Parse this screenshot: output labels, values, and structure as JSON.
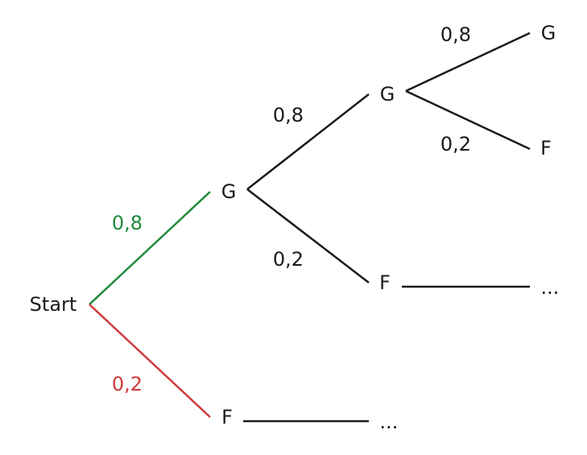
{
  "colors": {
    "default": "#1a1a1a",
    "green": "#1f8a3c",
    "red": "#d0393a"
  },
  "nodes": [
    {
      "id": "start",
      "label": "Start"
    },
    {
      "id": "g1",
      "label": "G"
    },
    {
      "id": "f1",
      "label": "F"
    },
    {
      "id": "gg",
      "label": "G"
    },
    {
      "id": "gf",
      "label": "F"
    },
    {
      "id": "ggg",
      "label": "G"
    },
    {
      "id": "ggf",
      "label": "F"
    },
    {
      "id": "gf_cont",
      "label": "..."
    },
    {
      "id": "f1_cont",
      "label": "..."
    }
  ],
  "edges": [
    {
      "id": "start-g1",
      "prob": "0,8",
      "color": "green"
    },
    {
      "id": "start-f1",
      "prob": "0,2",
      "color": "red"
    },
    {
      "id": "g1-gg",
      "prob": "0,8",
      "color": "default"
    },
    {
      "id": "g1-gf",
      "prob": "0,2",
      "color": "default"
    },
    {
      "id": "gg-ggg",
      "prob": "0,8",
      "color": "default"
    },
    {
      "id": "gg-ggf",
      "prob": "0,2",
      "color": "default"
    },
    {
      "id": "gf-cont",
      "prob": "",
      "color": "default"
    },
    {
      "id": "f1-cont",
      "prob": "",
      "color": "default"
    }
  ]
}
